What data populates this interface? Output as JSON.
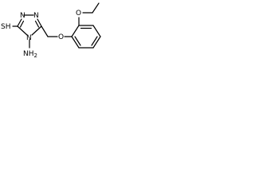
{
  "colors": {
    "background": "#ffffff",
    "ink": "#000000"
  },
  "atoms": {
    "n_ring_left": "N",
    "n_ring_right": "N",
    "n_ring_bottom": "N",
    "sh": "SH",
    "nh2": "NH",
    "nh2_sub": "2",
    "o_link": "O",
    "o_ethoxy": "O"
  }
}
